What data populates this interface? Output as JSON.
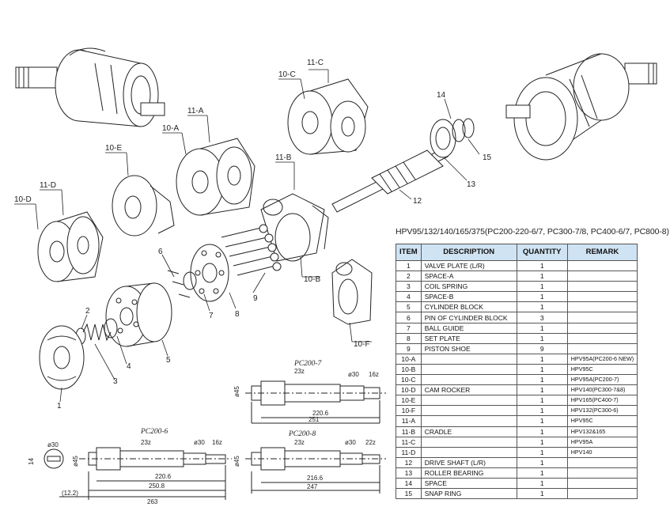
{
  "table": {
    "title": "HPV95/132/140/165/375(PC200-220-6/7, PC300-7/8, PC400-6/7, PC800-8)",
    "headers": [
      "ITEM",
      "DESCRIPTION",
      "QUANTITY",
      "REMARK"
    ],
    "rows": [
      {
        "item": "1",
        "description": "VALVE PLATE (L/R)",
        "quantity": "1",
        "remark": ""
      },
      {
        "item": "2",
        "description": "SPACE-A",
        "quantity": "1",
        "remark": ""
      },
      {
        "item": "3",
        "description": "COIL SPRING",
        "quantity": "1",
        "remark": ""
      },
      {
        "item": "4",
        "description": "SPACE-B",
        "quantity": "1",
        "remark": ""
      },
      {
        "item": "5",
        "description": "CYLINDER BLOCK",
        "quantity": "1",
        "remark": ""
      },
      {
        "item": "6",
        "description": "PIN OF CYLINDER BLOCK",
        "quantity": "3",
        "remark": ""
      },
      {
        "item": "7",
        "description": "BALL GUIDE",
        "quantity": "1",
        "remark": ""
      },
      {
        "item": "8",
        "description": "SET PLATE",
        "quantity": "1",
        "remark": ""
      },
      {
        "item": "9",
        "description": "PISTON SHOE",
        "quantity": "9",
        "remark": ""
      },
      {
        "item": "10-A",
        "description": "",
        "quantity": "1",
        "remark": "HPV95A(PC200-6 NEW)"
      },
      {
        "item": "10-B",
        "description": "",
        "quantity": "1",
        "remark": "HPV95C"
      },
      {
        "item": "10-C",
        "description": "",
        "quantity": "1",
        "remark": "HPV95A(PC200-7)"
      },
      {
        "item": "10-D",
        "description": "CAM ROCKER",
        "quantity": "1",
        "remark": "HPV140(PC300-7&8)"
      },
      {
        "item": "10-E",
        "description": "",
        "quantity": "1",
        "remark": "HPV165(PC400-7)"
      },
      {
        "item": "10-F",
        "description": "",
        "quantity": "1",
        "remark": "HPV132(PC300-6)"
      },
      {
        "item": "11-A",
        "description": "",
        "quantity": "1",
        "remark": "HPV95C"
      },
      {
        "item": "11-B",
        "description": "CRADLE",
        "quantity": "1",
        "remark": "HPV132&165"
      },
      {
        "item": "11-C",
        "description": "",
        "quantity": "1",
        "remark": "HPV95A"
      },
      {
        "item": "11-D",
        "description": "",
        "quantity": "1",
        "remark": "HPV140"
      },
      {
        "item": "12",
        "description": "DRIVE SHAFT (L/R)",
        "quantity": "1",
        "remark": ""
      },
      {
        "item": "13",
        "description": "ROLLER BEARING",
        "quantity": "1",
        "remark": ""
      },
      {
        "item": "14",
        "description": "SPACE",
        "quantity": "1",
        "remark": ""
      },
      {
        "item": "15",
        "description": "SNAP RING",
        "quantity": "1",
        "remark": ""
      }
    ]
  },
  "callouts": {
    "c11c": "11-C",
    "c10c": "10-C",
    "c11a": "11-A",
    "c10a": "10-A",
    "c10e": "10-E",
    "c11d": "11-D",
    "c10d": "10-D",
    "c11b": "11-B",
    "c10b": "10-B",
    "c10f": "10-F",
    "c14": "14",
    "c15": "15",
    "c13": "13",
    "c12": "12",
    "c9": "9",
    "c8": "8",
    "c7": "7",
    "c6": "6",
    "c5": "5",
    "c4": "4",
    "c3": "3",
    "c2": "2",
    "c1": "1"
  },
  "shafts": {
    "pc200_7": {
      "title": "PC200-7",
      "d1": "ø45",
      "d2": "ø30",
      "spline1": "23z",
      "spline2": "16z",
      "len1": "220.6",
      "len2": "251"
    },
    "pc200_6": {
      "title": "PC200-6",
      "d1": "ø45",
      "d2": "ø30",
      "spline1": "23z",
      "spline2": "16z",
      "len1": "220.6",
      "len2": "250.8",
      "len3": "263",
      "off": "(12.2)",
      "side_d": "ø30",
      "side_w": "14"
    },
    "pc200_8": {
      "title": "PC200-8",
      "d1": "ø45",
      "d2": "ø30",
      "spline1": "23z",
      "spline2": "22z",
      "len1": "216.6",
      "len2": "247"
    }
  }
}
